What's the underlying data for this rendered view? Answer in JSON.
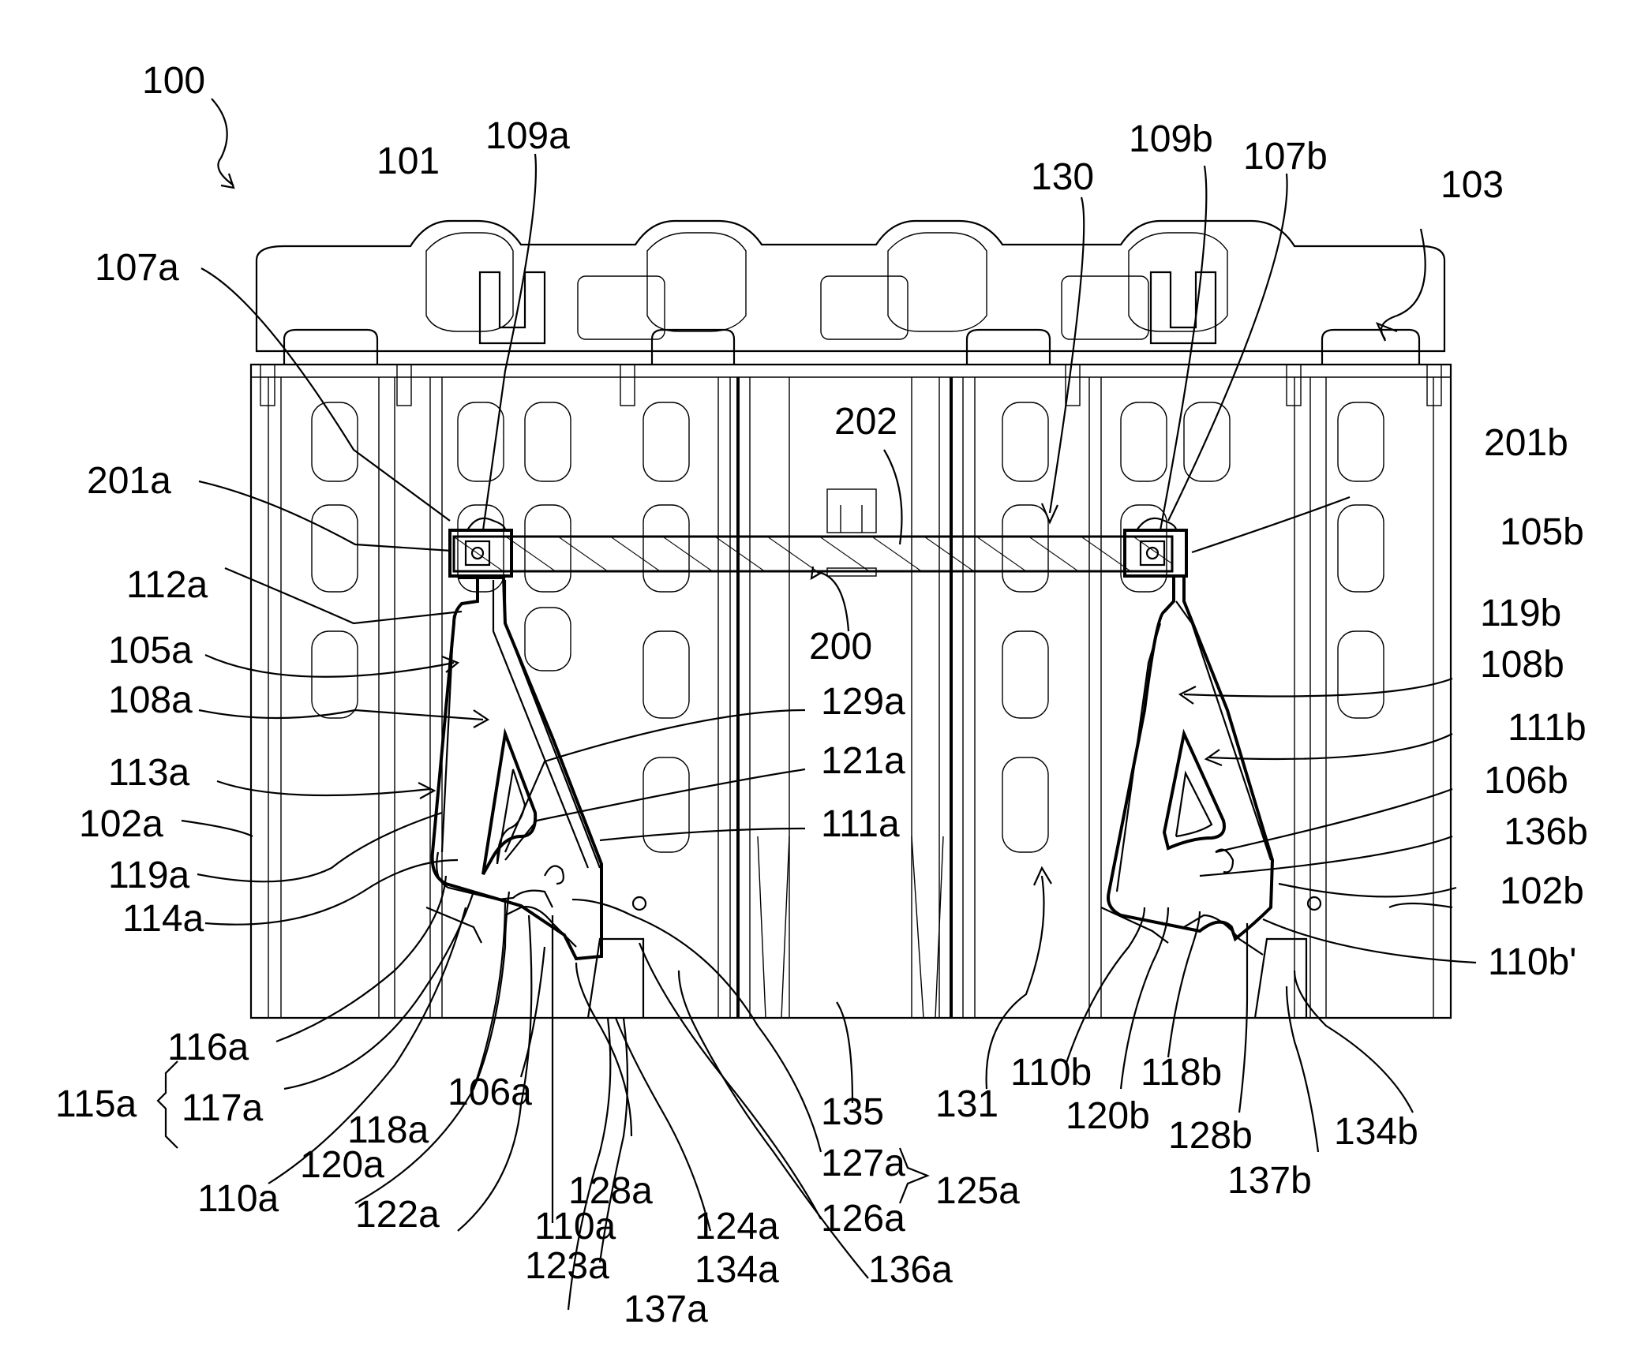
{
  "figure": {
    "labels": {
      "l100": "100",
      "l101": "101",
      "l103": "103",
      "l109a": "109a",
      "l109b": "109b",
      "l107a": "107a",
      "l107b": "107b",
      "l130": "130",
      "l202": "202",
      "l201a": "201a",
      "l201b": "201b",
      "l105b": "105b",
      "l112a": "112a",
      "l200": "200",
      "l105a": "105a",
      "l119b": "119b",
      "l108b": "108b",
      "l108a": "108a",
      "l129a": "129a",
      "l111b": "111b",
      "l113a": "113a",
      "l121a": "121a",
      "l106b": "106b",
      "l102a": "102a",
      "l111a": "111a",
      "l136b": "136b",
      "l119a": "119a",
      "l102b": "102b",
      "l114a": "114a",
      "l110b_prime": "110b'",
      "l116a": "116a",
      "l115a": "115a",
      "l117a": "117a",
      "l106a": "106a",
      "l135": "135",
      "l131": "131",
      "l110b": "110b",
      "l118b": "118b",
      "l118a": "118a",
      "l120b": "120b",
      "l134b": "134b",
      "l128b": "128b",
      "l110a_1": "110a",
      "l120a": "120a",
      "l127a": "127a",
      "l128a": "128a",
      "l125a": "125a",
      "l137b": "137b",
      "l122a": "122a",
      "l126a": "126a",
      "l110a_2": "110a",
      "l124a": "124a",
      "l123a": "123a",
      "l134a": "134a",
      "l136a": "136a",
      "l137a": "137a"
    }
  }
}
